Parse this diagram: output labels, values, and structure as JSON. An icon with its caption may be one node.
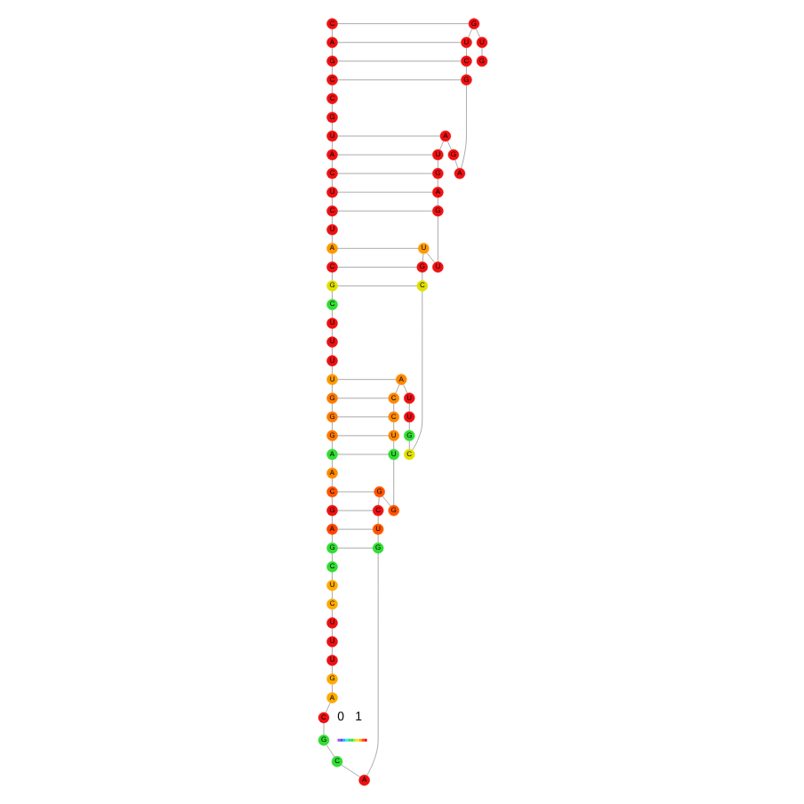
{
  "diagram": {
    "nodes": [
      {
        "text": [
          "C"
        ]
      },
      {
        "text": [
          "A"
        ]
      },
      {
        "text": [
          "G"
        ]
      },
      {
        "text": [
          "C"
        ]
      },
      {
        "text": [
          "C"
        ]
      },
      {
        "text": [
          "G"
        ]
      },
      {
        "text": [
          "U"
        ]
      },
      {
        "text": [
          "A"
        ]
      },
      {
        "text": [
          "C"
        ]
      },
      {
        "text": [
          "U"
        ]
      },
      {
        "text": [
          "C"
        ]
      },
      {
        "text": [
          "U"
        ]
      },
      {
        "text": [
          "A"
        ]
      },
      {
        "text": [
          "C"
        ]
      },
      {
        "text": [
          "G"
        ]
      },
      {
        "text": [
          "C"
        ]
      },
      {
        "text": [
          "U"
        ]
      },
      {
        "text": [
          "U"
        ]
      },
      {
        "text": [
          "U"
        ]
      },
      {
        "text": [
          "U"
        ]
      },
      {
        "text": [
          "G"
        ]
      },
      {
        "text": [
          "G"
        ]
      },
      {
        "text": [
          "G"
        ]
      },
      {
        "text": [
          "A"
        ]
      },
      {
        "text": [
          "A"
        ]
      },
      {
        "text": [
          "C"
        ]
      },
      {
        "text": [
          "G"
        ]
      },
      {
        "text": [
          "A"
        ]
      },
      {
        "text": [
          "G"
        ]
      },
      {
        "text": [
          "C"
        ]
      },
      {
        "text": [
          "U"
        ]
      },
      {
        "text": [
          "C"
        ]
      },
      {
        "text": [
          "U"
        ]
      },
      {
        "text": [
          "U"
        ]
      },
      {
        "text": [
          "U"
        ]
      },
      {
        "text": [
          "G"
        ]
      },
      {
        "text": [
          "A"
        ]
      },
      {
        "text": [
          "C"
        ]
      },
      {
        "text": [
          "G"
        ]
      },
      {
        "text": [
          "C"
        ]
      },
      {
        "text": [
          "A"
        ]
      },
      {
        "text": [
          "G"
        ]
      },
      {
        "text": [
          "U"
        ]
      },
      {
        "text": [
          "C"
        ]
      },
      {
        "text": [
          "G"
        ]
      },
      {
        "text": [
          "G"
        ]
      },
      {
        "text": [
          "U"
        ]
      },
      {
        "text": [
          "U"
        ]
      },
      {
        "text": [
          "C"
        ]
      },
      {
        "text": [
          "C"
        ]
      },
      {
        "text": [
          "A"
        ]
      },
      {
        "text": [
          "U"
        ]
      },
      {
        "text": [
          "U"
        ]
      },
      {
        "text": [
          "G"
        ]
      },
      {
        "text": [
          "C"
        ]
      },
      {
        "text": [
          "C"
        ]
      },
      {
        "text": [
          "G"
        ]
      },
      {
        "text": [
          "U"
        ]
      },
      {
        "text": [
          "U"
        ]
      },
      {
        "text": [
          "G"
        ]
      },
      {
        "text": [
          "A"
        ]
      },
      {
        "text": [
          "G"
        ]
      },
      {
        "text": [
          "U"
        ]
      },
      {
        "text": [
          "A"
        ]
      },
      {
        "text": [
          "G"
        ]
      },
      {
        "text": [
          "A"
        ]
      },
      {
        "text": [
          "G"
        ]
      },
      {
        "text": [
          "C"
        ]
      },
      {
        "text": [
          "U"
        ]
      },
      {
        "text": [
          "G"
        ]
      },
      {
        "text": [
          "U"
        ]
      },
      {
        "text": [
          "G"
        ]
      }
    ],
    "edges": [
      {
        "from": 0,
        "to": 1,
        "arrow": "none"
      },
      {
        "from": 1,
        "to": 2,
        "arrow": "none"
      },
      {
        "from": 2,
        "to": 3,
        "arrow": "none"
      },
      {
        "from": 3,
        "to": 4,
        "arrow": "none"
      },
      {
        "from": 4,
        "to": 5,
        "arrow": "none"
      },
      {
        "from": 5,
        "to": 6,
        "arrow": "none"
      },
      {
        "from": 6,
        "to": 7,
        "arrow": "none"
      },
      {
        "from": 7,
        "to": 8,
        "arrow": "none"
      },
      {
        "from": 8,
        "to": 9,
        "arrow": "none"
      },
      {
        "from": 9,
        "to": 10,
        "arrow": "none"
      },
      {
        "from": 10,
        "to": 11,
        "arrow": "none"
      },
      {
        "from": 11,
        "to": 12,
        "arrow": "none"
      },
      {
        "from": 12,
        "to": 13,
        "arrow": "none"
      },
      {
        "from": 13,
        "to": 14,
        "arrow": "none"
      },
      {
        "from": 14,
        "to": 15,
        "arrow": "none"
      },
      {
        "from": 15,
        "to": 16,
        "arrow": "none"
      },
      {
        "from": 16,
        "to": 17,
        "arrow": "none"
      },
      {
        "from": 17,
        "to": 18,
        "arrow": "none"
      },
      {
        "from": 18,
        "to": 19,
        "arrow": "none"
      },
      {
        "from": 19,
        "to": 20,
        "arrow": "none"
      },
      {
        "from": 20,
        "to": 21,
        "arrow": "none"
      },
      {
        "from": 21,
        "to": 22,
        "arrow": "none"
      },
      {
        "from": 22,
        "to": 23,
        "arrow": "none"
      },
      {
        "from": 23,
        "to": 24,
        "arrow": "none"
      },
      {
        "from": 24,
        "to": 25,
        "arrow": "none"
      },
      {
        "from": 25,
        "to": 26,
        "arrow": "none"
      },
      {
        "from": 26,
        "to": 27,
        "arrow": "none"
      },
      {
        "from": 27,
        "to": 28,
        "arrow": "none"
      },
      {
        "from": 28,
        "to": 29,
        "arrow": "none"
      },
      {
        "from": 29,
        "to": 30,
        "arrow": "none"
      },
      {
        "from": 30,
        "to": 31,
        "arrow": "none"
      },
      {
        "from": 31,
        "to": 32,
        "arrow": "none"
      },
      {
        "from": 32,
        "to": 33,
        "arrow": "none"
      },
      {
        "from": 33,
        "to": 34,
        "arrow": "none"
      },
      {
        "from": 34,
        "to": 35,
        "arrow": "none"
      },
      {
        "from": 35,
        "to": 36,
        "arrow": "none"
      },
      {
        "from": 36,
        "to": 37,
        "arrow": "none"
      },
      {
        "from": 37,
        "to": 38,
        "arrow": "none"
      },
      {
        "from": 38,
        "to": 39,
        "arrow": "none"
      },
      {
        "from": 39,
        "to": 40,
        "arrow": "none"
      },
      {
        "from": 40,
        "to": 41,
        "arrow": "none"
      },
      {
        "from": 41,
        "to": 42,
        "arrow": "none"
      },
      {
        "from": 42,
        "to": 43,
        "arrow": "none"
      },
      {
        "from": 43,
        "to": 44,
        "arrow": "none"
      },
      {
        "from": 44,
        "to": 45,
        "arrow": "none"
      },
      {
        "from": 45,
        "to": 46,
        "arrow": "none"
      },
      {
        "from": 46,
        "to": 47,
        "arrow": "none"
      },
      {
        "from": 47,
        "to": 48,
        "arrow": "none"
      },
      {
        "from": 48,
        "to": 49,
        "arrow": "none"
      },
      {
        "from": 49,
        "to": 50,
        "arrow": "none"
      },
      {
        "from": 50,
        "to": 51,
        "arrow": "none"
      },
      {
        "from": 51,
        "to": 52,
        "arrow": "none"
      },
      {
        "from": 52,
        "to": 53,
        "arrow": "none"
      },
      {
        "from": 53,
        "to": 54,
        "arrow": "none"
      },
      {
        "from": 54,
        "to": 55,
        "arrow": "none"
      },
      {
        "from": 55,
        "to": 56,
        "arrow": "none"
      },
      {
        "from": 56,
        "to": 57,
        "arrow": "none"
      },
      {
        "from": 57,
        "to": 58,
        "arrow": "none"
      },
      {
        "from": 58,
        "to": 59,
        "arrow": "none"
      },
      {
        "from": 59,
        "to": 60,
        "arrow": "none"
      },
      {
        "from": 60,
        "to": 61,
        "arrow": "none"
      },
      {
        "from": 61,
        "to": 62,
        "arrow": "none"
      },
      {
        "from": 62,
        "to": 63,
        "arrow": "none"
      },
      {
        "from": 63,
        "to": 64,
        "arrow": "none"
      },
      {
        "from": 64,
        "to": 65,
        "arrow": "none"
      },
      {
        "from": 65,
        "to": 66,
        "arrow": "none"
      },
      {
        "from": 66,
        "to": 67,
        "arrow": "none"
      },
      {
        "from": 67,
        "to": 68,
        "arrow": "none"
      },
      {
        "from": 68,
        "to": 69,
        "arrow": "none"
      },
      {
        "from": 69,
        "to": 70,
        "arrow": "none"
      },
      {
        "from": 70,
        "to": 71,
        "arrow": "none"
      },
      {
        "from": 0,
        "to": 69,
        "arrow": "none"
      },
      {
        "from": 1,
        "to": 68,
        "arrow": "none"
      },
      {
        "from": 2,
        "to": 67,
        "arrow": "none"
      },
      {
        "from": 3,
        "to": 66,
        "arrow": "none"
      },
      {
        "from": 6,
        "to": 63,
        "arrow": "none"
      },
      {
        "from": 7,
        "to": 62,
        "arrow": "none"
      },
      {
        "from": 8,
        "to": 61,
        "arrow": "none"
      },
      {
        "from": 9,
        "to": 60,
        "arrow": "none"
      },
      {
        "from": 10,
        "to": 59,
        "arrow": "none"
      },
      {
        "from": 12,
        "to": 57,
        "arrow": "none"
      },
      {
        "from": 13,
        "to": 56,
        "arrow": "none"
      },
      {
        "from": 14,
        "to": 55,
        "arrow": "none"
      },
      {
        "from": 19,
        "to": 50,
        "arrow": "none"
      },
      {
        "from": 20,
        "to": 49,
        "arrow": "none"
      },
      {
        "from": 21,
        "to": 48,
        "arrow": "none"
      },
      {
        "from": 22,
        "to": 47,
        "arrow": "none"
      },
      {
        "from": 23,
        "to": 46,
        "arrow": "none"
      },
      {
        "from": 25,
        "to": 44,
        "arrow": "none"
      },
      {
        "from": 26,
        "to": 43,
        "arrow": "none"
      },
      {
        "from": 27,
        "to": 42,
        "arrow": "none"
      },
      {
        "from": 28,
        "to": 41,
        "arrow": "none"
      }
    ],
    "labels": [
      "0",
      "1"
    ]
  }
}
